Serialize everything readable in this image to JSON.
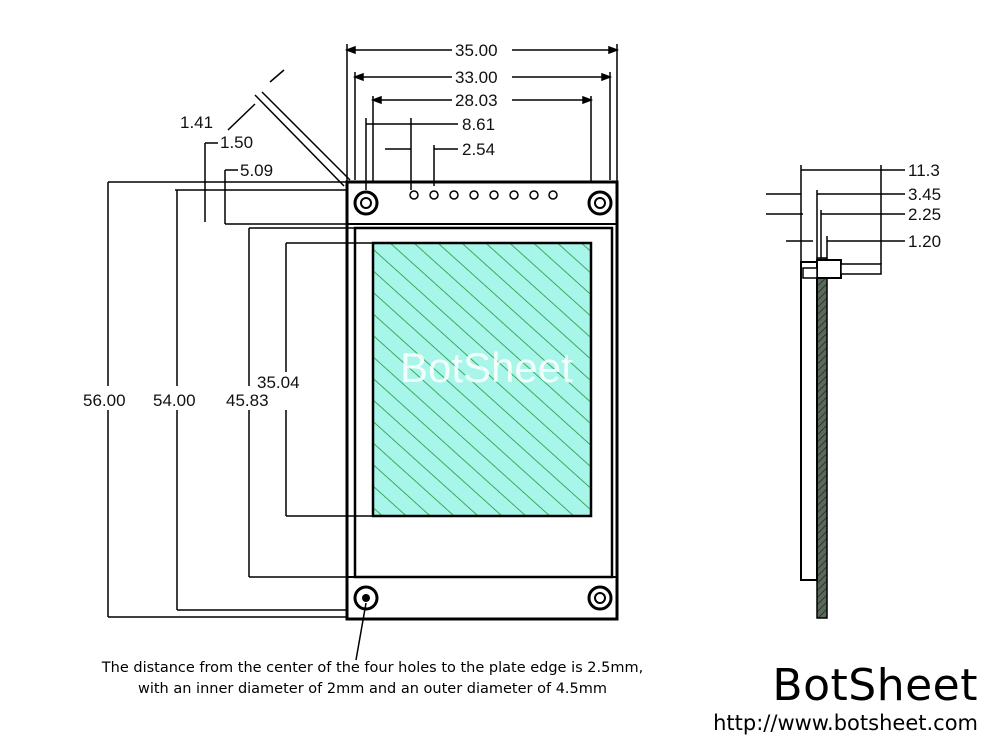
{
  "front_view": {
    "dims_top": [
      "35.00",
      "33.00",
      "28.03",
      "8.61",
      "2.54"
    ],
    "dims_left": [
      "1.41",
      "1.50",
      "5.09"
    ],
    "dims_vertical": [
      "56.00",
      "54.00",
      "45.83",
      "35.04"
    ],
    "watermark": "BotSheet"
  },
  "side_view": {
    "dims": [
      "11.3",
      "3.45",
      "2.25",
      "1.20"
    ]
  },
  "note": {
    "line1": "The distance from the center of the four holes to the plate edge is 2.5mm,",
    "line2": "with an inner diameter of 2mm and an outer diameter of 4.5mm"
  },
  "brand": {
    "name": "BotSheet",
    "url": "http://www.botsheet.com"
  },
  "colors": {
    "display_fill": "#a8f5ea",
    "display_hatch": "#1e9a3c",
    "pcb_side": "#3a4a3a"
  }
}
